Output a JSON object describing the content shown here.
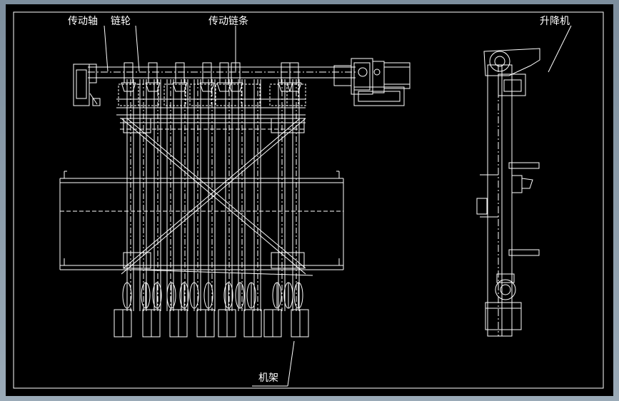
{
  "labels": {
    "drive_shaft": "传动轴",
    "sprocket": "链轮",
    "drive_chain": "传动链条",
    "lifter": "升降机",
    "frame": "机架"
  },
  "colors": {
    "background": "#000000",
    "line": "#ffffff",
    "viewport_frame": "#8a9aa8"
  }
}
